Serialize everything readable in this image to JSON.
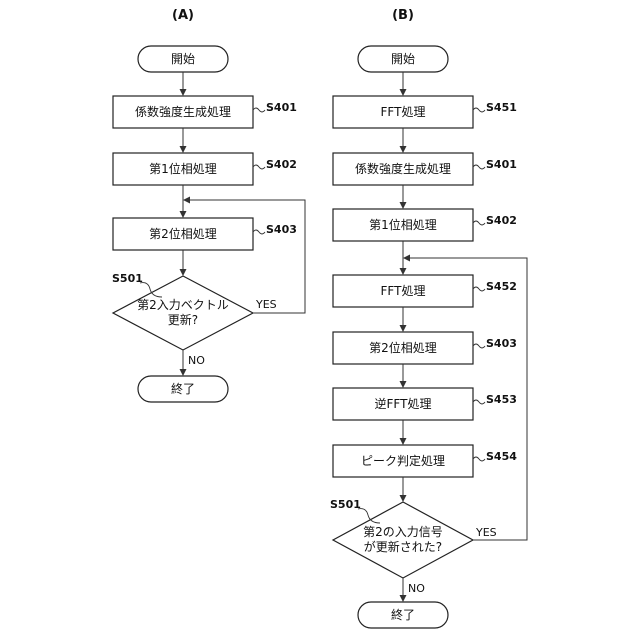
{
  "panel_a": {
    "title": "(A)",
    "start": "開始",
    "steps": [
      {
        "label": "係数強度生成処理",
        "code": "S401"
      },
      {
        "label": "第1位相処理",
        "code": "S402"
      },
      {
        "label": "第2位相処理",
        "code": "S403"
      }
    ],
    "decision": {
      "code": "S501",
      "label": "第2入力ベクトル\n更新?",
      "yes": "YES",
      "no": "NO"
    },
    "end": "終了"
  },
  "panel_b": {
    "title": "(B)",
    "start": "開始",
    "steps": [
      {
        "label": "FFT処理",
        "code": "S451"
      },
      {
        "label": "係数強度生成処理",
        "code": "S401"
      },
      {
        "label": "第1位相処理",
        "code": "S402"
      },
      {
        "label": "FFT処理",
        "code": "S452"
      },
      {
        "label": "第2位相処理",
        "code": "S403"
      },
      {
        "label": "逆FFT処理",
        "code": "S453"
      },
      {
        "label": "ピーク判定処理",
        "code": "S454"
      }
    ],
    "decision": {
      "code": "S501",
      "label": "第2の入力信号\nが更新された?",
      "yes": "YES",
      "no": "NO"
    },
    "end": "終了"
  }
}
